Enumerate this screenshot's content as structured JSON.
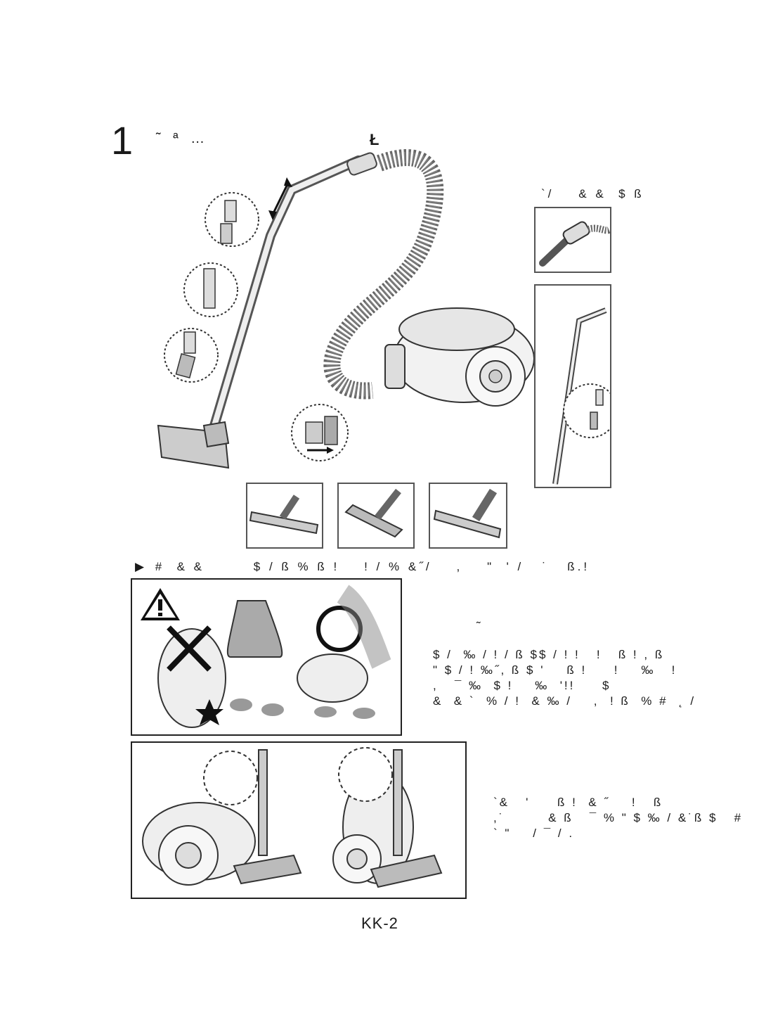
{
  "step": {
    "number": "1",
    "title_chars": "˜ ª …",
    "title_mark": "Ł"
  },
  "side_label": "`/    & &  $ ß",
  "bottom_heading": {
    "arrow": "▶",
    "text": " #  & &        $ / ß % ß !    ! / % &˝/    ,    \"  ' /   ˙   ß.!"
  },
  "warning_panel": {
    "tilde": "˜",
    "lines": [
      "$ /  ‰ / ! / ß $$ / ! !   !   ß ! , ß",
      "\" $ / ! ‰˝, ß $ '    ß !     !    ‰   !",
      ",   ¯ ‰  $ !    ‰  '!!     $",
      "&  & `  % / !  & ‰ /    ,  ! ß  % #  ˛ /"
    ]
  },
  "storage_panel": {
    "lines": [
      "`&   '     ß !  & ˝    !   ß",
      ",˙        & ß   ¯ % \" $ ‰ / &˙ß $   #",
      "` \"    / ¯ / ."
    ]
  },
  "footer": {
    "page_number": "KK-2"
  }
}
